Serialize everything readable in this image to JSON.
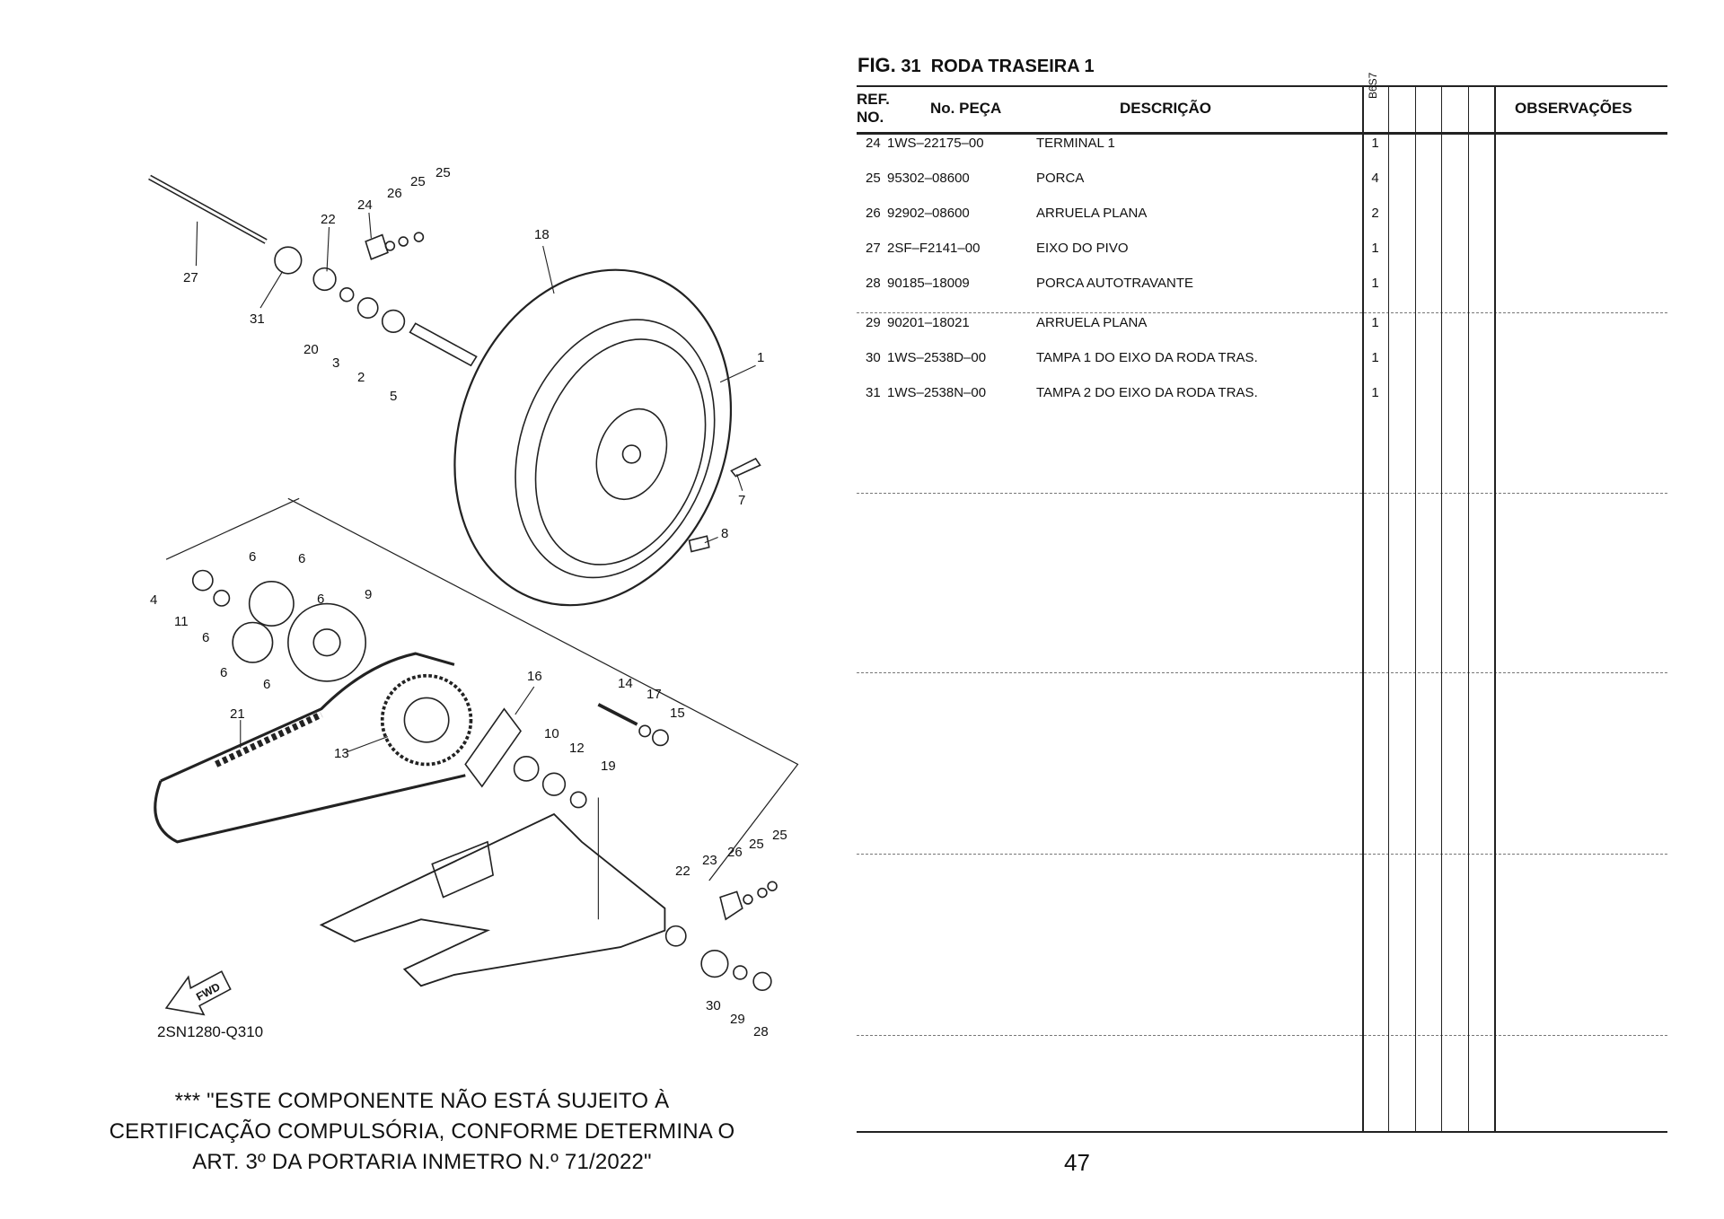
{
  "figure": {
    "prefix": "FIG.",
    "number": "31",
    "title": "RODA TRASEIRA 1"
  },
  "table": {
    "headers": {
      "ref_line1": "REF.",
      "ref_line2": "NO.",
      "part_no": "No. PEÇA",
      "description": "DESCRIÇÃO",
      "model": "B6S7",
      "notes": "OBSERVAÇÕES"
    },
    "rows": [
      {
        "ref": "24",
        "part_no": "1WS–22175–00",
        "description": "TERMINAL 1",
        "qty": "1"
      },
      {
        "ref": "25",
        "part_no": "95302–08600",
        "description": "PORCA",
        "qty": "4"
      },
      {
        "ref": "26",
        "part_no": "92902–08600",
        "description": "ARRUELA PLANA",
        "qty": "2"
      },
      {
        "ref": "27",
        "part_no": "2SF–F2141–00",
        "description": "EIXO DO PIVO",
        "qty": "1"
      },
      {
        "ref": "28",
        "part_no": "90185–18009",
        "description": "PORCA AUTOTRAVANTE",
        "qty": "1"
      },
      {
        "ref": "29",
        "part_no": "90201–18021",
        "description": "ARRUELA PLANA",
        "qty": "1"
      },
      {
        "ref": "30",
        "part_no": "1WS–2538D–00",
        "description": "TAMPA 1 DO EIXO DA RODA TRAS.",
        "qty": "1"
      },
      {
        "ref": "31",
        "part_no": "1WS–2538N–00",
        "description": "TAMPA 2 DO EIXO DA RODA TRAS.",
        "qty": "1"
      }
    ]
  },
  "diagram": {
    "code": "2SN1280-Q310",
    "fwd_label": "FWD",
    "callouts": [
      "27",
      "31",
      "22",
      "24",
      "26",
      "25",
      "25",
      "20",
      "3",
      "2",
      "5",
      "18",
      "1",
      "7",
      "8",
      "4",
      "11",
      "6",
      "6",
      "6",
      "6",
      "6",
      "6",
      "9",
      "16",
      "14",
      "17",
      "15",
      "21",
      "13",
      "10",
      "12",
      "19",
      "23",
      "26",
      "25",
      "25",
      "22",
      "30",
      "29",
      "28"
    ]
  },
  "note": {
    "line1": "*** \"ESTE COMPONENTE NÃO ESTÁ SUJEITO À",
    "line2": "CERTIFICAÇÃO COMPULSÓRIA, CONFORME DETERMINA O",
    "line3": "ART. 3º DA PORTARIA INMETRO N.º 71/2022\""
  },
  "page_number": "47"
}
